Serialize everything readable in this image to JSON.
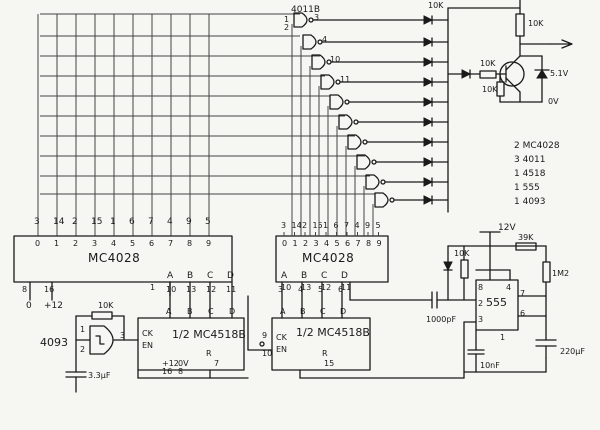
{
  "counter_left": {
    "name": "MC4028",
    "outputs": [
      "0",
      "1",
      "2",
      "3",
      "4",
      "5",
      "6",
      "7",
      "8",
      "9"
    ],
    "inputs": [
      "A",
      "B",
      "C",
      "D"
    ],
    "top_pins": [
      "3",
      "14",
      "2",
      "15",
      "1",
      "6",
      "7",
      "4",
      "9",
      "5"
    ],
    "pin_gnd": "8",
    "pin_vdd": "16",
    "gnd_label": "0",
    "vdd_label": "+12"
  },
  "counter_right": {
    "name": "MC4028",
    "outputs": [
      "0",
      "1",
      "2",
      "3",
      "4",
      "5",
      "6",
      "7",
      "8",
      "9"
    ],
    "inputs": [
      "A",
      "B",
      "C",
      "D"
    ],
    "top_pins": [
      "3",
      "14",
      "2",
      "15",
      "1",
      "6",
      "7",
      "4",
      "9",
      "5"
    ],
    "in_pins": [
      "10",
      "13",
      "12",
      "11"
    ]
  },
  "bcd_left": {
    "name": "1/2 MC4518B",
    "pins_top": [
      "1",
      "10",
      "13",
      "12",
      "11"
    ],
    "outputs": [
      "A",
      "B",
      "C",
      "D"
    ],
    "inputs": [
      "CK",
      "EN",
      "R"
    ],
    "pins_bottom": [
      "16",
      "8",
      "7"
    ],
    "vdd_label": "+12",
    "gnd_label": "0V"
  },
  "bcd_right": {
    "name": "1/2 MC4518B",
    "pins_top": [
      "3",
      "4",
      "5",
      "6"
    ],
    "outputs": [
      "A",
      "B",
      "C",
      "D"
    ],
    "inputs": [
      "CK",
      "EN",
      "R"
    ],
    "pins_side": [
      "9",
      "10",
      "15"
    ]
  },
  "gate_label": "4011B",
  "gate_pins": [
    "1",
    "2",
    "3",
    "4",
    "10",
    "11"
  ],
  "osc": {
    "label": "4093",
    "resistor": "10K",
    "cap": "3.3µF",
    "pins": [
      "1",
      "2",
      "3"
    ]
  },
  "timer": {
    "name": "555",
    "pins": [
      "8",
      "4",
      "2",
      "7",
      "6",
      "3",
      "1"
    ],
    "r1": "39K",
    "r2": "1M2",
    "cin": "1000pF",
    "cout": "10nF",
    "crc": "220µF",
    "supply": "12V",
    "rdiv": "10K"
  },
  "output_stage": {
    "r_top": "10K",
    "r_base": "10K",
    "r_emitter": "10K",
    "zener": "5.1V",
    "ground": "0V",
    "r_supply": "10K"
  },
  "parts_list": [
    "2 MC4028",
    "3 4011",
    "1 4518",
    "1 555",
    "1 4093"
  ]
}
